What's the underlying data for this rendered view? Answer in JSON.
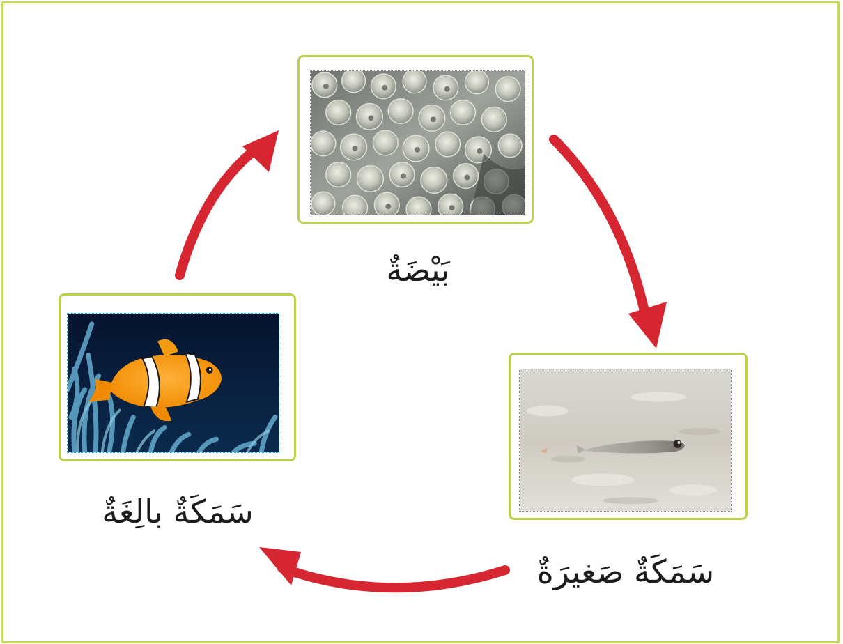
{
  "stages": {
    "egg": {
      "label": "بَيْضَةٌ",
      "icon": "fish-eggs-photo"
    },
    "juvenile": {
      "label": "سَمَكَةٌ صَغيرَةٌ",
      "icon": "juvenile-fish-photo"
    },
    "adult": {
      "label": "سَمَكَةٌ بالِغَةٌ",
      "icon": "clownfish-photo"
    }
  },
  "colors": {
    "card_border": "#b9d34a",
    "frame_border": "#c6d85f",
    "arrow": "#d62631"
  }
}
